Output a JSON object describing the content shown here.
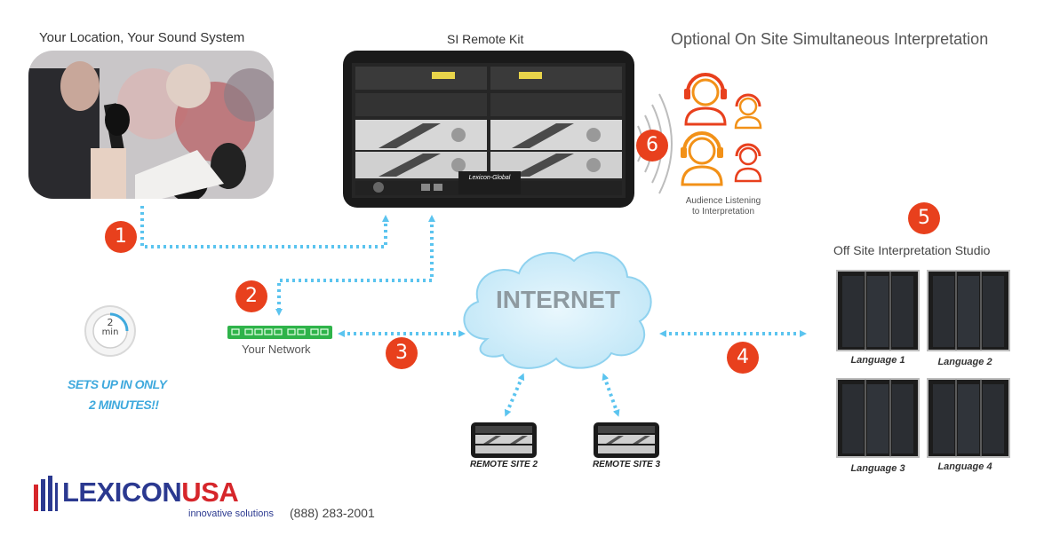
{
  "titles": {
    "location": "Your Location, Your Sound System",
    "kit": "SI Remote Kit",
    "onsite": "Optional On Site Simultaneous Interpretation",
    "studio": "Off Site Interpretation Studio"
  },
  "labels": {
    "network": "Your Network",
    "internet": "INTERNET",
    "audience": [
      "Audience Listening",
      "to Interpretation"
    ],
    "kit_brand": "Lexicon-Global",
    "remote_site_2": "REMOTE SITE 2",
    "remote_site_3": "REMOTE SITE 3"
  },
  "steps": [
    "1",
    "2",
    "3",
    "4",
    "5",
    "6"
  ],
  "booths": [
    "Language 1",
    "Language 2",
    "Language 3",
    "Language 4"
  ],
  "setup": {
    "timer": "2",
    "timer_unit": "min",
    "line1": "SETS UP IN ONLY",
    "line2": "2 MINUTES!!"
  },
  "logo": {
    "name_part1": "LEXICON",
    "name_part2": "USA",
    "tagline": "innovative solutions",
    "phone": "(888) 283-2001"
  },
  "colors": {
    "step": "#e8401d",
    "arrow": "#5bc4ef",
    "headset_orange": "#f29118",
    "headset_red": "#e8401d",
    "logo_blue": "#2b3990",
    "logo_red": "#d6262b",
    "setup_text": "#3fa9dd"
  }
}
